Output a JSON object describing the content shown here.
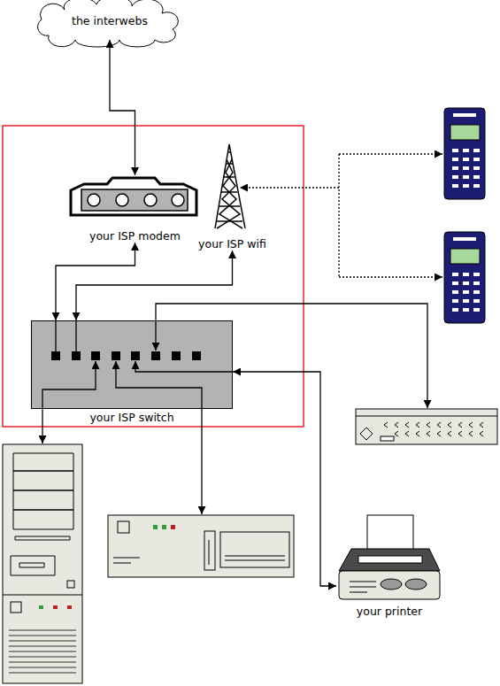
{
  "diagram": {
    "nodes": [
      {
        "text": [
          "the interwebs"
        ]
      },
      {
        "text": [
          "your ISP modem"
        ]
      },
      {
        "text": [
          "your ISP wifi"
        ]
      },
      {
        "text": [
          "your ISP switch"
        ]
      },
      {
        "text": [
          "your printer"
        ]
      }
    ],
    "edges": [
      {
        "from": 0,
        "to": 1,
        "arrow": "both"
      },
      {
        "from": 3,
        "to": 1,
        "arrow": "both"
      },
      {
        "from": 3,
        "to": 2,
        "arrow": "both"
      },
      {
        "from": 3,
        "to": 4,
        "arrow": "both"
      }
    ]
  }
}
